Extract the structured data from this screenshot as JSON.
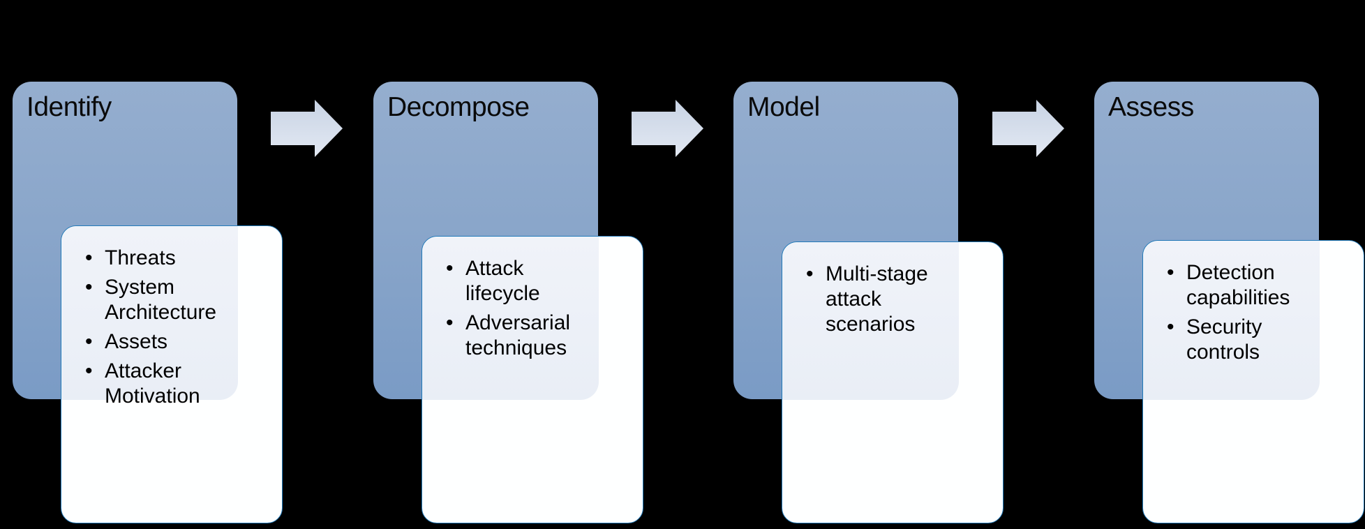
{
  "diagram": {
    "name": "threat-modeling-process-flow",
    "background_color": "#000000",
    "stage_box_color_top": "#95AECF",
    "stage_box_color_bottom": "#7A9BC5",
    "card_background": "#FEFFFF",
    "card_overlap_tint": "#EDF1F8",
    "card_border_color": "#2179B8",
    "arrow_color_top": "#C8D3E4",
    "arrow_color_bottom": "#E3E9F3",
    "text_color": "#000000"
  },
  "stages": [
    {
      "title": "Identify",
      "bullets": [
        "Threats",
        "System\nArchitecture",
        "Assets",
        "Attacker\nMotivation"
      ]
    },
    {
      "title": "Decompose",
      "bullets": [
        "Attack\nlifecycle",
        "Adversarial\ntechniques"
      ]
    },
    {
      "title": "Model",
      "bullets": [
        "Multi-stage\nattack\nscenarios"
      ]
    },
    {
      "title": "Assess",
      "bullets": [
        "Detection\ncapabilities",
        "Security\ncontrols"
      ]
    }
  ]
}
